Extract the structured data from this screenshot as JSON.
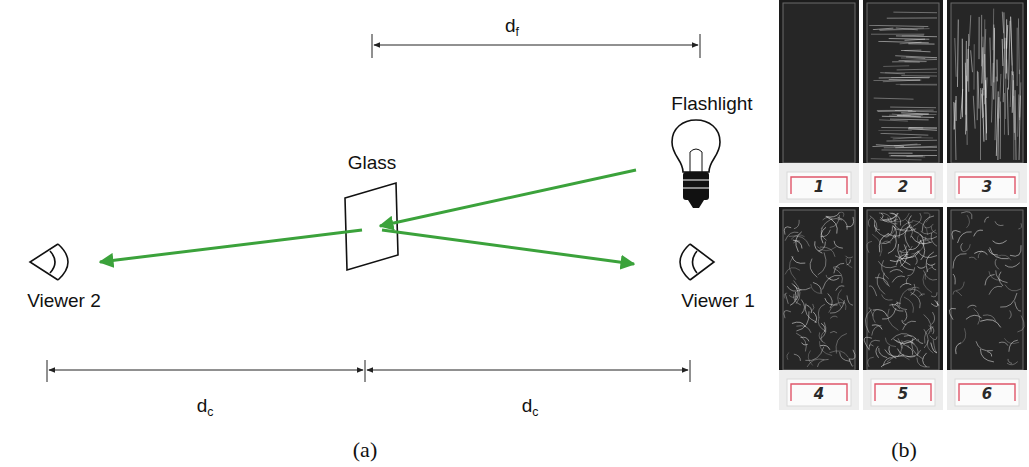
{
  "diagram": {
    "labels": [
      "df",
      "Flashlight",
      "Glass",
      "Viewer 2",
      "Viewer 1",
      "dc",
      "dc",
      "(a)",
      "(b)",
      "1",
      "2",
      "3",
      "4",
      "5",
      "6"
    ]
  }
}
